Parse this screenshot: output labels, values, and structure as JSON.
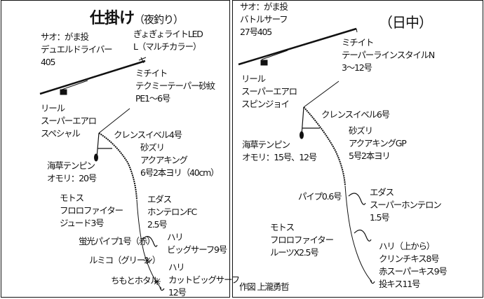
{
  "left": {
    "title": "仕掛け",
    "subtitle": "（夜釣り）",
    "rod": [
      "サオ：がま投",
      "デュエルドライバー",
      "405"
    ],
    "light": [
      "ぎょぎょライトLED",
      "L（マルチカラー）"
    ],
    "mainline": [
      "ミチイト",
      "テクミーテーパー砂紋",
      "PE1〜6号"
    ],
    "reel": [
      "リール",
      "スーパーエアロ",
      "スペシャル"
    ],
    "swivel": "クレンスイベル4号",
    "shockleader": [
      "砂ズリ",
      "アクアキング",
      "6号2本ヨリ（40cm）"
    ],
    "sinker": [
      "海草テンピン",
      "オモリ：20号"
    ],
    "motos": [
      "モトス",
      "フロロファイター",
      "ジュード3号"
    ],
    "edas": [
      "エダス",
      "ホンテロンFC",
      "2.5号"
    ],
    "pipe": "蛍光パイプ1号（赤）",
    "hook1": [
      "ハリ",
      "ビッグサーフ9号"
    ],
    "lumico": "ルミコ（グリーン）",
    "hotaru": "ちもとホタル",
    "hook2": [
      "ハリ",
      "カットビッグサーフ",
      "12号"
    ]
  },
  "right": {
    "subtitle": "（日中）",
    "rod": [
      "サオ：がま投",
      "バトルサーフ",
      "27号405"
    ],
    "mainline": [
      "ミチイト",
      "テーパーラインスタイルN",
      "3〜12号"
    ],
    "reel": [
      "リール",
      "スーパーエアロ",
      "スピンジョイ"
    ],
    "swivel": "クレンスイベル6号",
    "shockleader": [
      "砂ズリ",
      "アクアキングGP",
      "5号2本ヨリ"
    ],
    "sinker": [
      "海草テンピン",
      "オモリ：15号、12号"
    ],
    "pipe": "パイプ0.6号",
    "edas": [
      "エダス",
      "スーパーホンテロン",
      "1.5号"
    ],
    "motos": [
      "モトス",
      "フロロファイター",
      "ルーツX2.5号"
    ],
    "hooks": [
      "ハリ（上から）",
      "クリンチキス8号",
      "赤スーパーキス9号",
      "投キス11号"
    ],
    "credit": "作図 上瀧勇哲"
  }
}
